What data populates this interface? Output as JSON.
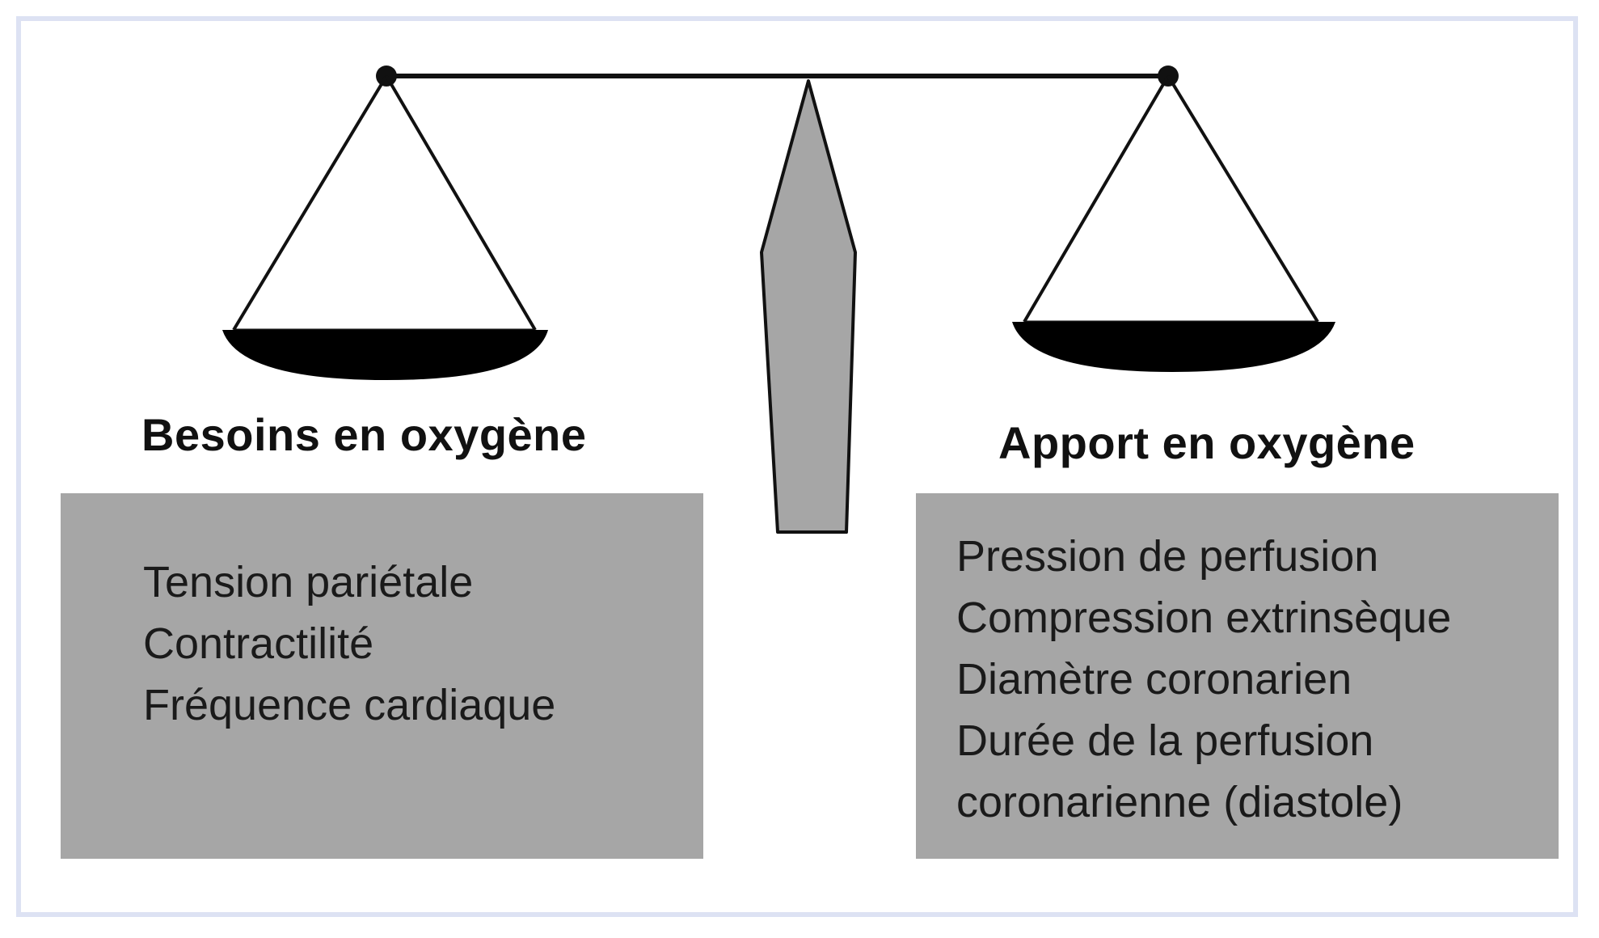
{
  "left": {
    "heading": "Besoins en oxygène",
    "factors": [
      "Tension pariétale",
      "Contractilité",
      "Fréquence cardiaque"
    ]
  },
  "right": {
    "heading": "Apport en oxygène",
    "factors": [
      "Pression de perfusion",
      "Compression extrinsèque",
      "Diamètre coronarien",
      "Durée de la perfusion",
      "coronarienne (diastole)"
    ]
  },
  "colors": {
    "box_fill": "#a6a6a6",
    "stand_fill": "#a6a6a6",
    "pan_fill": "#000000",
    "frame_border": "#dde2f3"
  },
  "icons": [
    "balance-scale-icon"
  ]
}
